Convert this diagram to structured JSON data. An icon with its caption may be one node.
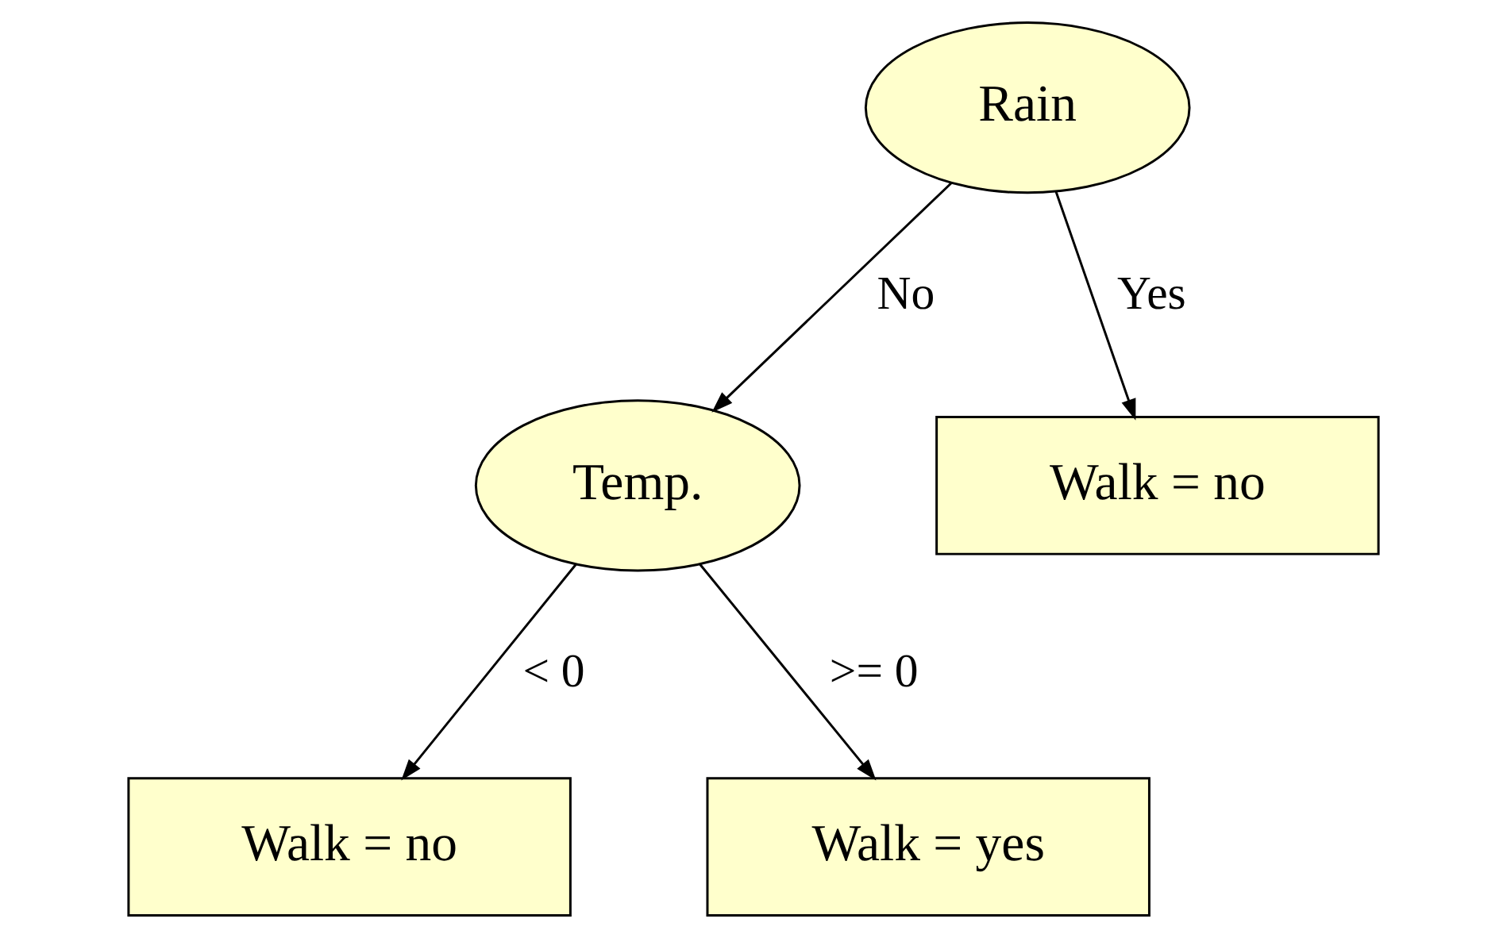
{
  "diagram": {
    "nodes": [
      {
        "text": [
          "Rain"
        ]
      },
      {
        "text": [
          "Temp."
        ]
      },
      {
        "text": [
          "Walk = no"
        ]
      },
      {
        "text": [
          "Walk = no"
        ]
      },
      {
        "text": [
          "Walk = yes"
        ]
      }
    ],
    "edges": [
      {
        "from": 0,
        "to": 1,
        "arrow": "to",
        "label": "No"
      },
      {
        "from": 0,
        "to": 2,
        "arrow": "to",
        "label": "Yes"
      },
      {
        "from": 1,
        "to": 3,
        "arrow": "to",
        "label": "< 0"
      },
      {
        "from": 1,
        "to": 4,
        "arrow": "to",
        "label": ">= 0"
      }
    ]
  }
}
